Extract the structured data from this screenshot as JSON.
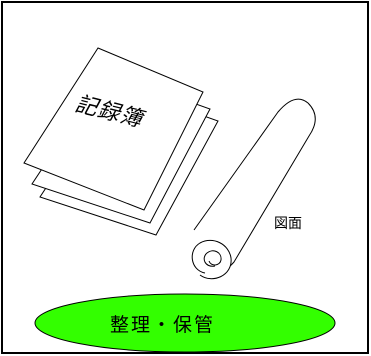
{
  "labels": {
    "record_book": "記録簿",
    "drawing": "図面",
    "task": "整理・保管"
  },
  "colors": {
    "oval_fill": "#33ff00",
    "stroke": "#000000",
    "background": "#ffffff"
  }
}
